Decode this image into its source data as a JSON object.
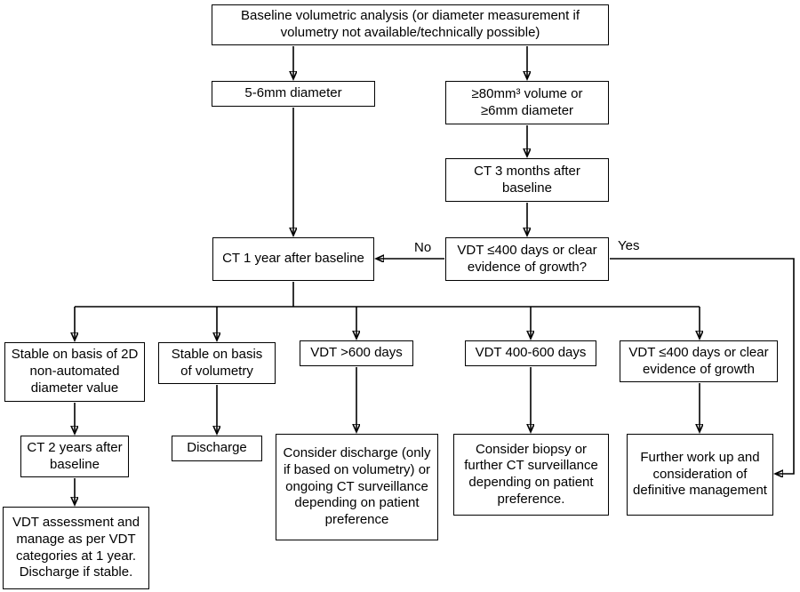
{
  "flowchart": {
    "nodes": {
      "baseline": {
        "label": "Baseline volumetric analysis (or diameter measurement if volumetry not available/technically possible)"
      },
      "diameter_5_6": {
        "label": "5-6mm diameter"
      },
      "volume_80": {
        "label": "≥80mm³ volume or ≥6mm diameter"
      },
      "ct_3_months": {
        "label": "CT 3 months after baseline"
      },
      "ct_1_year": {
        "label": "CT 1 year after baseline"
      },
      "vdt_question": {
        "label": "VDT ≤400 days or clear evidence of growth?"
      },
      "stable_2d": {
        "label": "Stable on basis of 2D non-automated diameter value"
      },
      "stable_volumetry": {
        "label": "Stable on basis of volumetry"
      },
      "vdt_gt_600": {
        "label": "VDT >600 days"
      },
      "vdt_400_600": {
        "label": "VDT 400-600 days"
      },
      "vdt_le_400": {
        "label": "VDT ≤400 days or clear evidence of growth"
      },
      "ct_2_years": {
        "label": "CT 2 years after baseline"
      },
      "discharge": {
        "label": "Discharge"
      },
      "consider_discharge": {
        "label": "Consider discharge (only if based on volumetry) or ongoing CT surveillance depending on patient preference"
      },
      "consider_biopsy": {
        "label": "Consider biopsy or further CT surveillance depending on patient preference."
      },
      "further_workup": {
        "label": "Further work up and consideration of definitive management"
      },
      "vdt_assessment": {
        "label": "VDT assessment and manage as per VDT categories at 1 year. Discharge if stable."
      }
    },
    "edge_labels": {
      "no": "No",
      "yes": "Yes"
    },
    "colors": {
      "line": "#000000",
      "box_border": "#000000",
      "background": "#ffffff"
    }
  }
}
